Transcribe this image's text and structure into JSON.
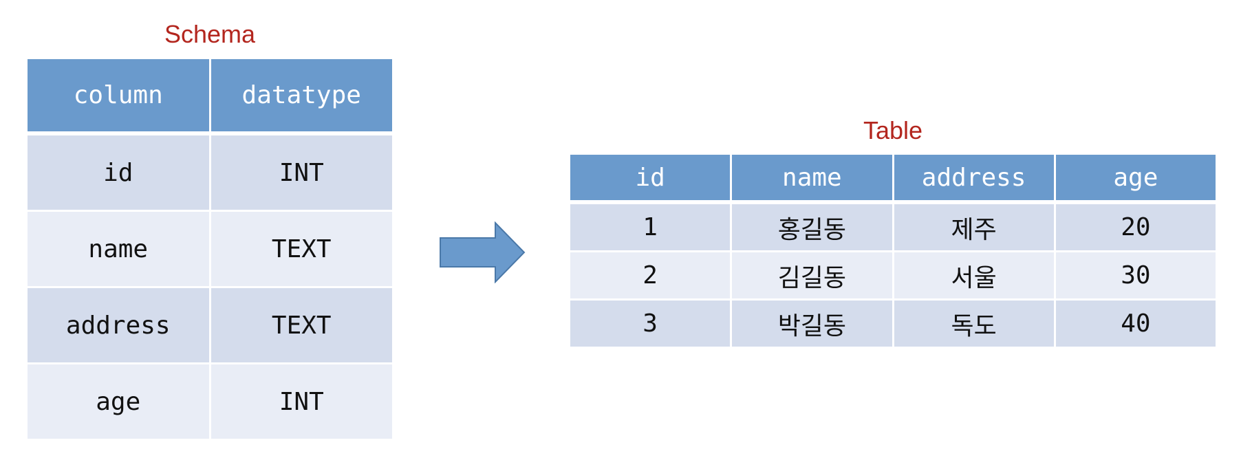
{
  "schema": {
    "caption": "Schema",
    "headers": [
      "column",
      "datatype"
    ],
    "rows": [
      [
        "id",
        "INT"
      ],
      [
        "name",
        "TEXT"
      ],
      [
        "address",
        "TEXT"
      ],
      [
        "age",
        "INT"
      ]
    ]
  },
  "table": {
    "caption": "Table",
    "headers": [
      "id",
      "name",
      "address",
      "age"
    ],
    "rows": [
      [
        "1",
        "홍길동",
        "제주",
        "20"
      ],
      [
        "2",
        "김길동",
        "서울",
        "30"
      ],
      [
        "3",
        "박길동",
        "독도",
        "40"
      ]
    ]
  },
  "colors": {
    "caption": "#b3261e",
    "header_fill": "#6a9acc",
    "row_dark": "#d4dcec",
    "row_light": "#e9edf6",
    "arrow_fill": "#6a9acc",
    "arrow_stroke": "#4a78a8"
  },
  "icons": {
    "arrow": "right-arrow-icon"
  }
}
